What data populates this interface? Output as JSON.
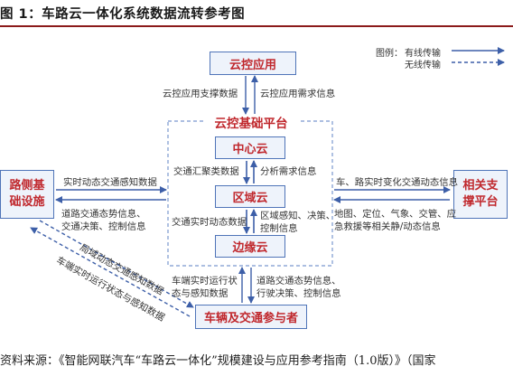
{
  "figure": {
    "title": "图 1：车路云一体化系统数据流转参考图",
    "source": "资料来源：《智能网联汽车“车路云一体化”规模建设与应用参考指南（1.0版）》（国家"
  },
  "legend": {
    "title": "图例：",
    "wired": "有线传输",
    "wireless": "无线传输"
  },
  "colors": {
    "box_border": "#4f74b8",
    "box_fill": "#eef3fb",
    "box_text": "#c0282d",
    "arrow_wired": "#3d5fa8",
    "arrow_wireless": "#3d5fa8"
  },
  "nodes": {
    "cloud_app": "云控应用",
    "cloud_platform": "云控基础平台",
    "central_cloud": "中心云",
    "regional_cloud": "区域云",
    "edge_cloud": "边缘云",
    "roadside": "路侧基础设施",
    "support": "相关支撑平台",
    "vehicles": "车辆及交通参与者"
  },
  "labels": {
    "app_support_data": "云控应用支撑数据",
    "app_demand_info": "云控应用需求信息",
    "traffic_aggregate": "交通汇聚类数据",
    "analysis_demand": "分析需求信息",
    "realtime_dynamic": "交通实时动态数据",
    "region_perception": "区域感知、决策、",
    "region_control": "控制信息",
    "roadside_realtime": "实时动态交通感知数据",
    "road_traffic_1": "道路交通态势信息、",
    "road_traffic_2": "交通决策、控制信息",
    "vehicle_road_change": "车、路实时变化交通动态信息",
    "support_info_1": "地图、定位、气象、交管、应",
    "support_info_2": "急救援等相关静/动态信息",
    "vehicle_runtime_1": "车端实时运行状",
    "vehicle_runtime_2": "态与感知数据",
    "edge_to_vehicle_1": "道路交通态势信息、",
    "edge_to_vehicle_2": "行驶决策、控制信息",
    "wireless_1": "局域动态交通感知数据",
    "wireless_2": "车端实时运行状态与感知数据"
  }
}
